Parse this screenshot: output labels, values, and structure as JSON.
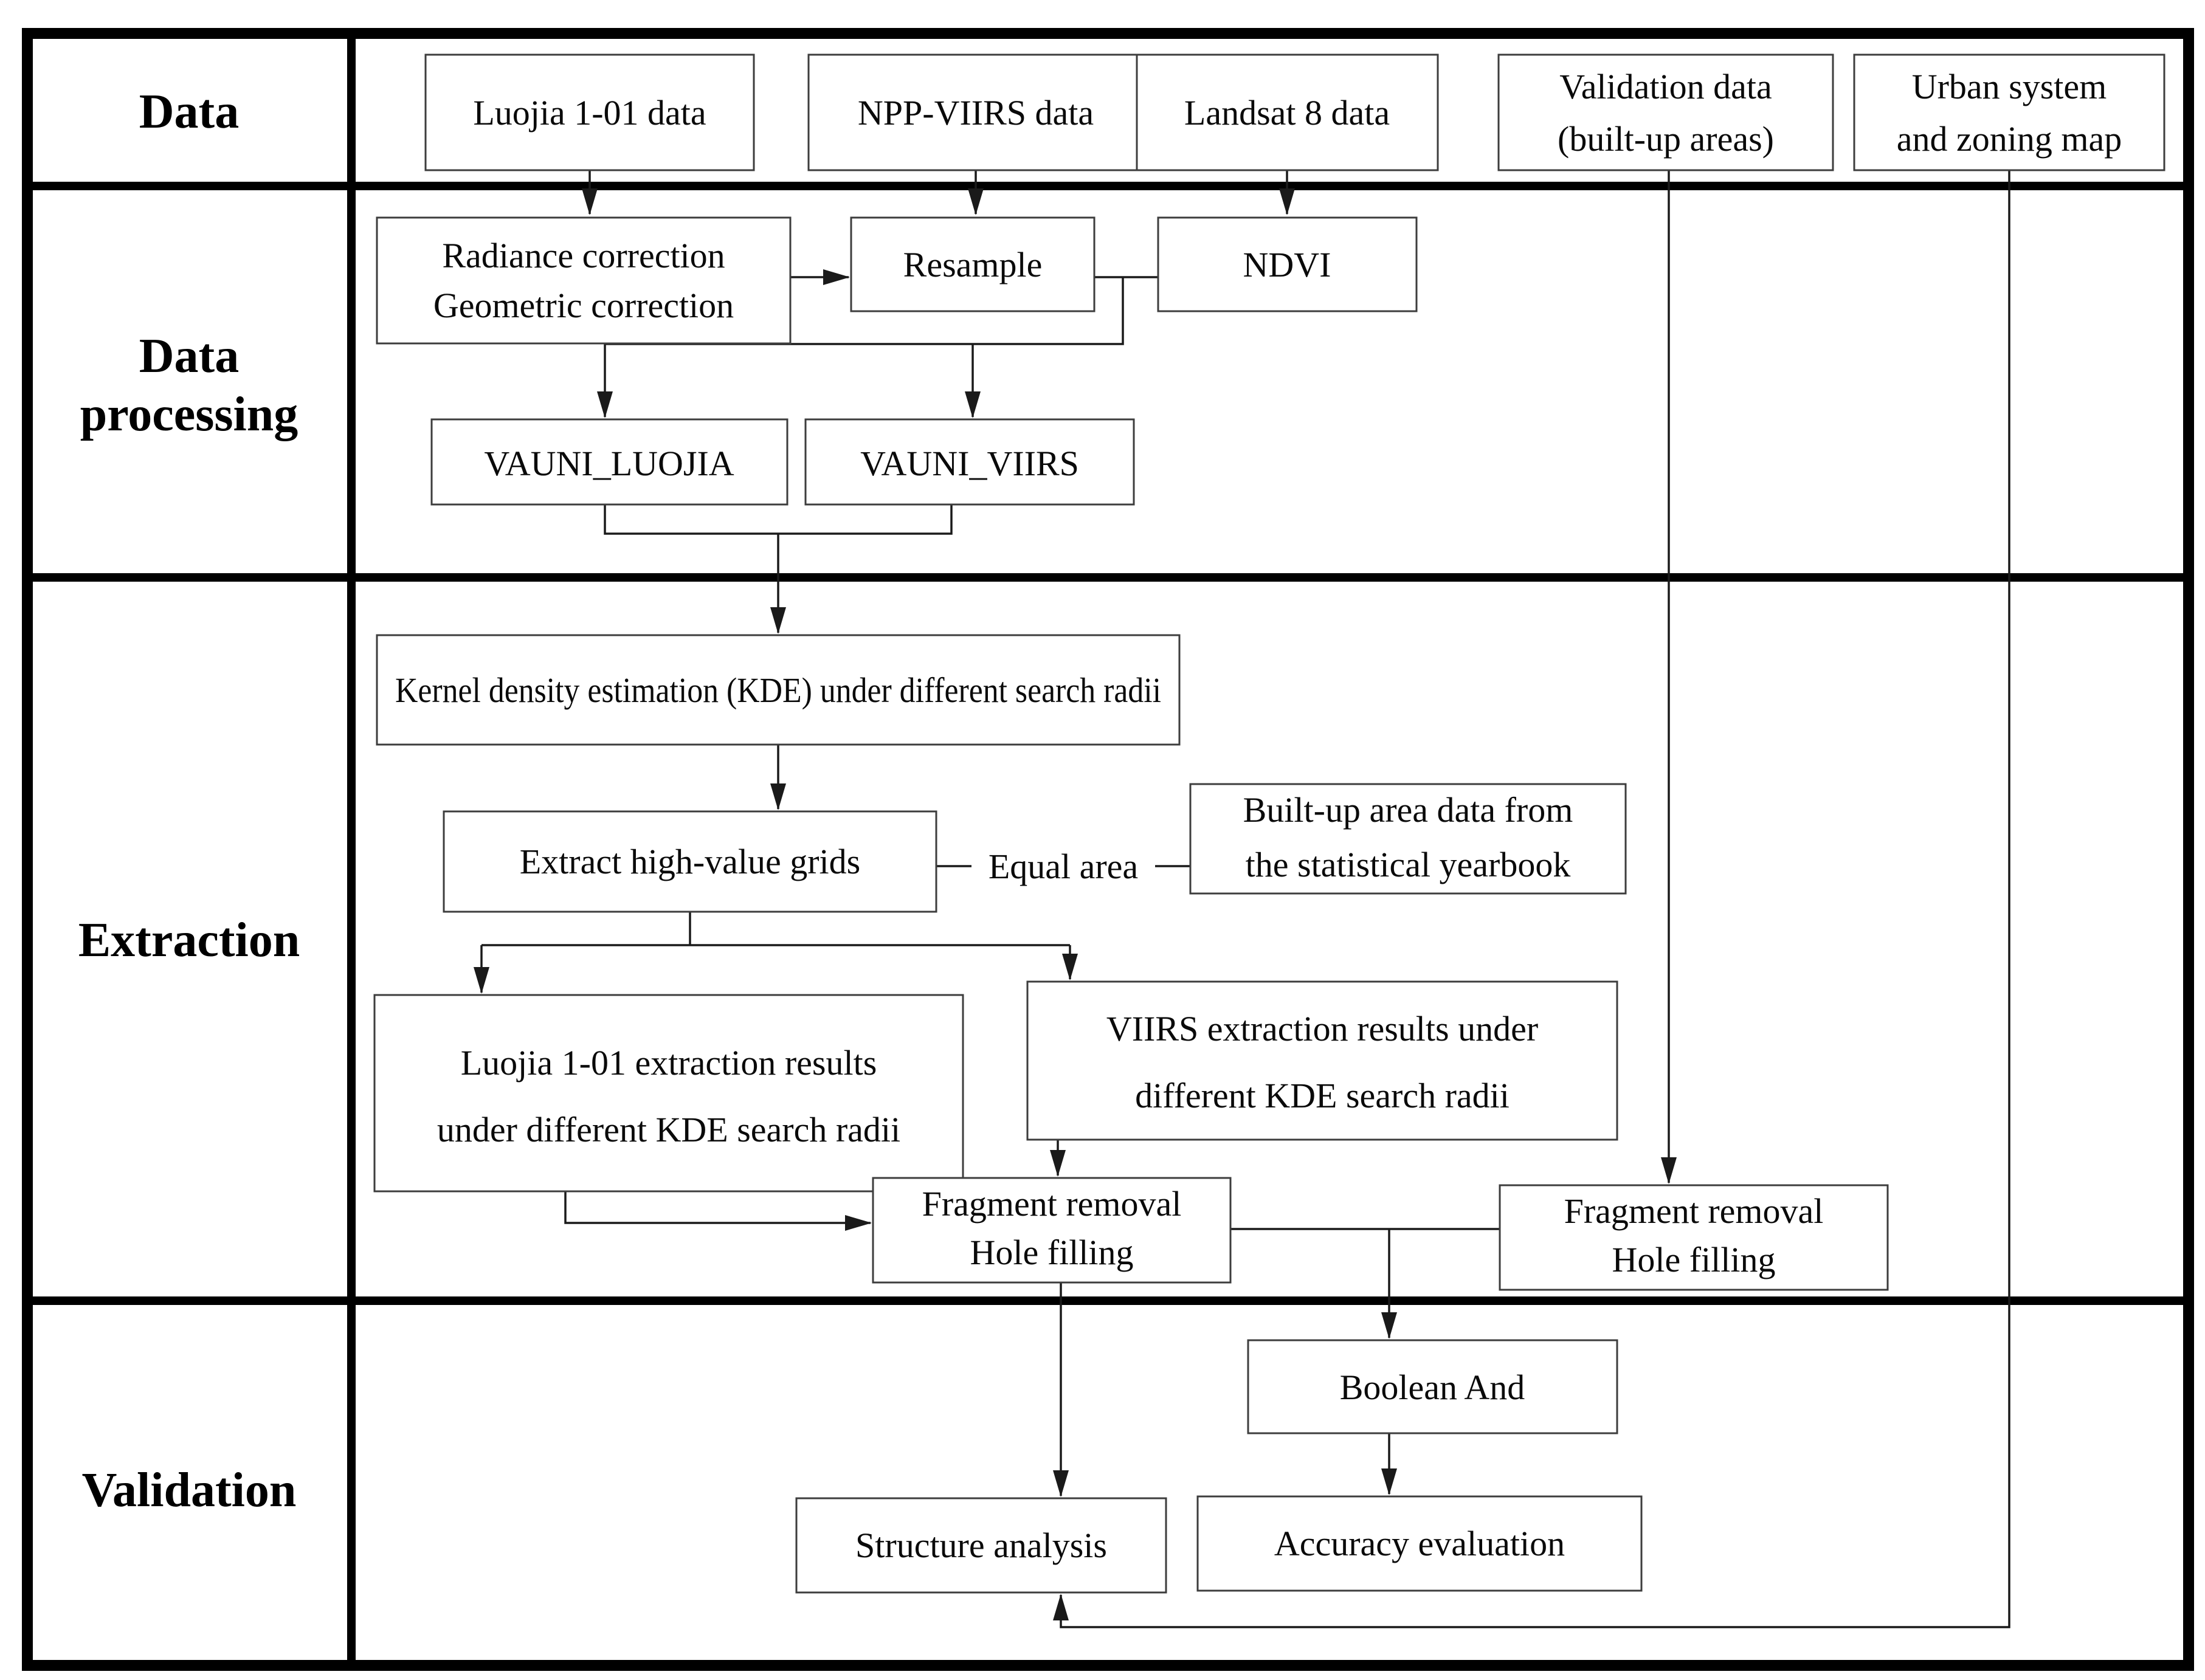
{
  "figure": {
    "title": "Urban built-up area extraction methodology flowchart",
    "background_color": "#ffffff",
    "colors": {
      "frame": "#000000",
      "box_border": "#3d3d3d",
      "connector": "#1a1a1a",
      "text": "#0a0a0a"
    },
    "rows": [
      {
        "id": "data",
        "label": "Data",
        "label_lines": [
          "Data"
        ]
      },
      {
        "id": "data-processing",
        "label": "Data processing",
        "label_lines": [
          "Data",
          "processing"
        ]
      },
      {
        "id": "extraction",
        "label": "Extraction",
        "label_lines": [
          "Extraction"
        ]
      },
      {
        "id": "validation",
        "label": "Validation",
        "label_lines": [
          "Validation"
        ]
      }
    ],
    "nodes": {
      "luojia_data": {
        "label": "Luojia 1-01 data",
        "row": "Data"
      },
      "npp_data": {
        "label": "NPP-VIIRS data",
        "row": "Data"
      },
      "landsat_data": {
        "label": "Landsat 8 data",
        "row": "Data"
      },
      "validation_data": {
        "lines": [
          "Validation data",
          "(built-up areas)"
        ],
        "row": "Data"
      },
      "urban_map": {
        "lines": [
          "Urban system",
          "and zoning map"
        ],
        "row": "Data"
      },
      "correction": {
        "lines": [
          "Radiance correction",
          "Geometric correction"
        ],
        "row": "Data processing"
      },
      "resample": {
        "label": "Resample",
        "row": "Data processing"
      },
      "ndvi": {
        "label": "NDVI",
        "row": "Data processing"
      },
      "vauni_luojia": {
        "label": "VAUNI_LUOJIA",
        "row": "Data processing"
      },
      "vauni_viirs": {
        "label": "VAUNI_VIIRS",
        "row": "Data processing"
      },
      "kde": {
        "label": "Kernel density estimation (KDE) under different search radii",
        "row": "Extraction"
      },
      "extract_grids": {
        "label": "Extract high-value grids",
        "row": "Extraction"
      },
      "builtup_yearbook": {
        "lines": [
          "Built-up area data from",
          "the statistical yearbook"
        ],
        "row": "Extraction"
      },
      "luojia_results": {
        "lines": [
          "Luojia 1-01 extraction results",
          "under different KDE search radii"
        ],
        "row": "Extraction"
      },
      "viirs_results": {
        "lines": [
          "VIIRS extraction results under",
          "different KDE search radii"
        ],
        "row": "Extraction"
      },
      "fragment_left": {
        "lines": [
          "Fragment removal",
          "Hole filling"
        ],
        "row": "Extraction"
      },
      "fragment_right": {
        "lines": [
          "Fragment removal",
          "Hole filling"
        ],
        "row": "Extraction"
      },
      "boolean_and": {
        "label": "Boolean And",
        "row": "Validation"
      },
      "structure_analysis": {
        "label": "Structure analysis",
        "row": "Validation"
      },
      "accuracy_evaluation": {
        "label": "Accuracy evaluation",
        "row": "Validation"
      }
    },
    "connector_label": "Equal area"
  }
}
